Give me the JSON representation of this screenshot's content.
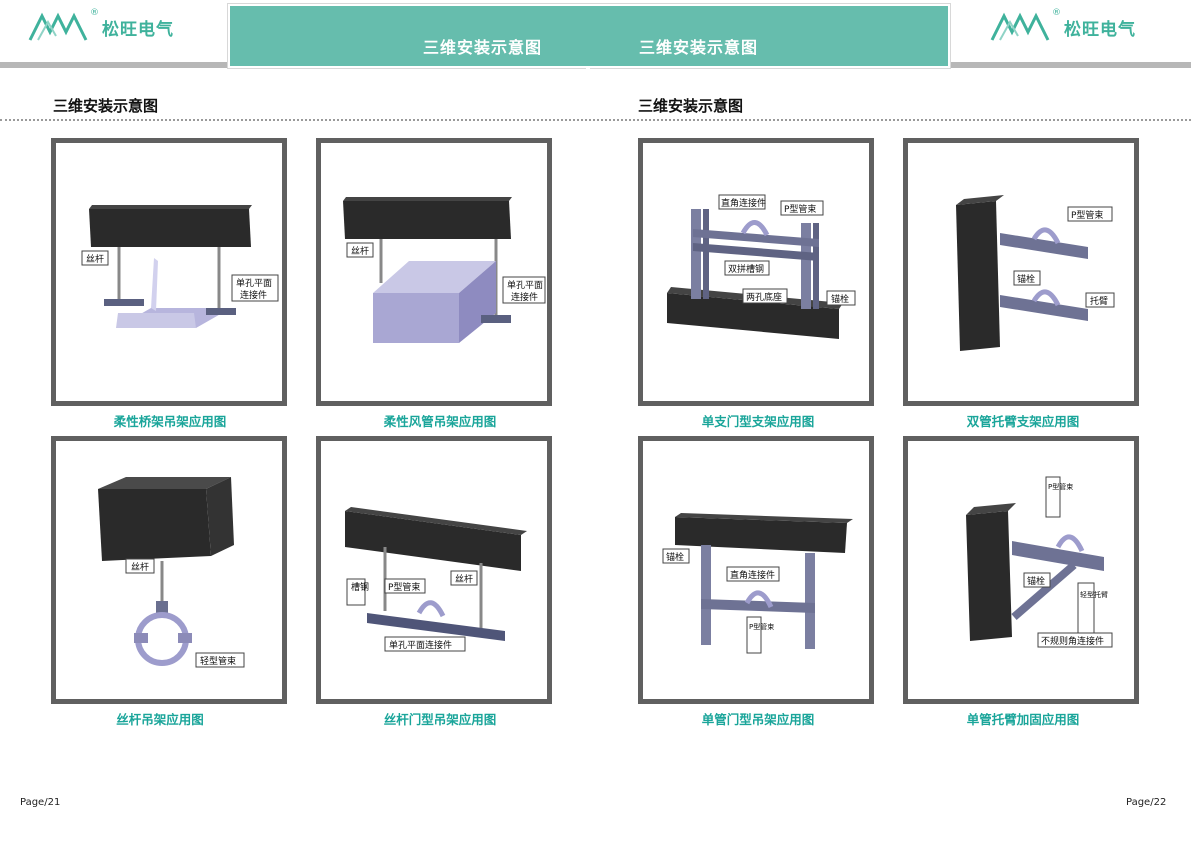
{
  "header": {
    "brand_left": "松旺电气",
    "brand_right": "松旺电气",
    "reg_mark": "®",
    "banner_left": "三维安装示意图",
    "banner_right": "三维安装示意图"
  },
  "left_page": {
    "title": "三维安装示意图",
    "page_number": "Page/21",
    "figures": [
      {
        "caption": "柔性桥架吊架应用图",
        "labels": [
          "丝杆",
          "单孔平面",
          "连接件"
        ]
      },
      {
        "caption": "柔性风管吊架应用图",
        "labels": [
          "丝杆",
          "单孔平面",
          "连接件"
        ]
      },
      {
        "caption": "丝杆吊架应用图",
        "labels": [
          "丝杆",
          "轻型管束"
        ]
      },
      {
        "caption": "丝杆门型吊架应用图",
        "labels": [
          "槽钢",
          "P型管束",
          "丝杆",
          "单孔平面连接件"
        ]
      }
    ]
  },
  "right_page": {
    "title": "三维安装示意图",
    "page_number": "Page/22",
    "figures": [
      {
        "caption": "单支门型支架应用图",
        "labels": [
          "直角连接件",
          "P型管束",
          "双拼槽钢",
          "两孔底座",
          "锚栓"
        ]
      },
      {
        "caption": "双管托臂支架应用图",
        "labels": [
          "P型管束",
          "锚栓",
          "托臂"
        ]
      },
      {
        "caption": "单管门型吊架应用图",
        "labels": [
          "锚栓",
          "直角连接件",
          "P型管束"
        ]
      },
      {
        "caption": "单管托臂加固应用图",
        "labels": [
          "P型管束",
          "锚栓",
          "轻型托臂",
          "不规则角连接件"
        ]
      }
    ]
  },
  "colors": {
    "accent": "#66bdad",
    "caption": "#1aa59a",
    "frame": "#606060",
    "beam": "#2a2a2a"
  }
}
